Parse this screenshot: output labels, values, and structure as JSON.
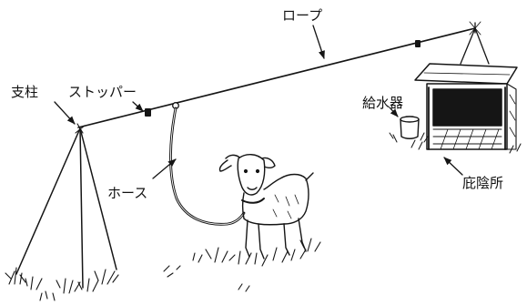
{
  "labels": {
    "rope": "ロープ",
    "post": "支柱",
    "stopper": "ストッパー",
    "hose": "ホース",
    "water": "給水器",
    "shelter": "庇陰所"
  },
  "colors": {
    "ink": "#151515",
    "paper": "#ffffff"
  }
}
